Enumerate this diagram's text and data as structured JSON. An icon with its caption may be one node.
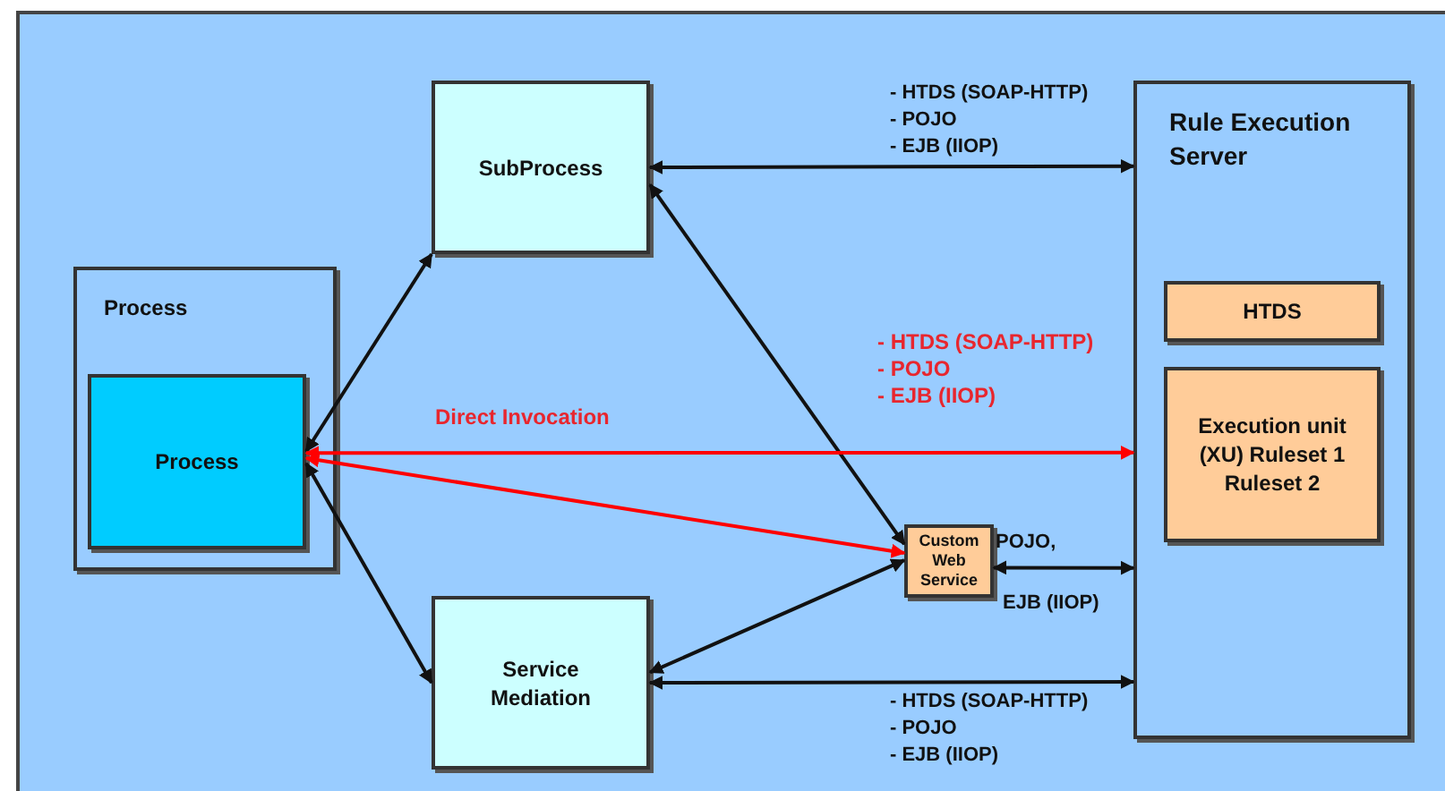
{
  "diagram": {
    "nodes": [
      {
        "text": [
          "Process"
        ]
      },
      {
        "text": [
          "Process"
        ],
        "in": 0
      },
      {
        "text": [
          "SubProcess"
        ]
      },
      {
        "text": [
          "Service Mediation"
        ]
      },
      {
        "text": [
          "Rule Execution Server"
        ]
      },
      {
        "text": [
          "HTDS"
        ],
        "in": 4
      },
      {
        "text": [
          "Execution unit (XU) Ruleset 1 Ruleset 2"
        ],
        "in": 4
      },
      {
        "text": [
          "Custom Web Service"
        ]
      }
    ],
    "edges": [
      {
        "from": 1,
        "to": 2,
        "arrow": "both"
      },
      {
        "from": 1,
        "to": 3,
        "arrow": "both"
      },
      {
        "from": 2,
        "to": 4,
        "arrow": "both",
        "label": "- HTDS (SOAP-HTTP) - POJO - EJB (IIOP)"
      },
      {
        "from": 2,
        "to": 7,
        "arrow": "both"
      },
      {
        "from": 1,
        "to": 4,
        "arrow": "both",
        "label": "Direct Invocation",
        "color": "#ff0000"
      },
      {
        "from": 7,
        "to": 1,
        "arrow": "both",
        "color": "#ff0000"
      },
      {
        "from": 3,
        "to": 7,
        "arrow": "both"
      },
      {
        "from": 7,
        "to": 4,
        "arrow": "both"
      },
      {
        "from": 3,
        "to": 4,
        "arrow": "both",
        "label": "- HTDS (SOAP-HTTP) - POJO - EJB (IIOP)"
      }
    ],
    "labels": [
      "- HTDS (SOAP-HTTP) - POJO - EJB (IIOP)",
      "POJO,",
      "EJB (IIOP)"
    ]
  }
}
